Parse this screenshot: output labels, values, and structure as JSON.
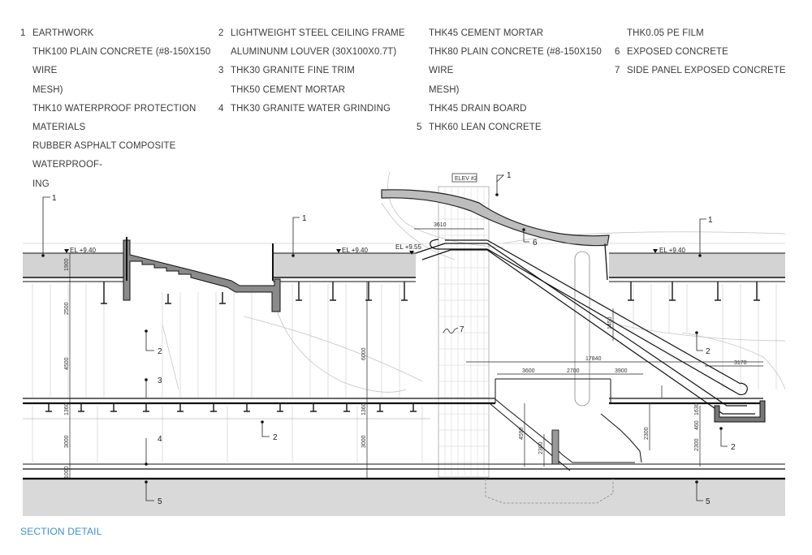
{
  "legend": {
    "col1": [
      {
        "num": "1",
        "text": "EARTHWORK"
      },
      {
        "num": "",
        "text": "THK100 PLAIN CONCRETE (#8-150X150 WIRE"
      },
      {
        "num": "",
        "text": "MESH)"
      },
      {
        "num": "",
        "text": "THK10 WATERPROOF PROTECTION MATERIALS"
      },
      {
        "num": "",
        "text": "RUBBER ASPHALT COMPOSITE WATERPROOF-"
      },
      {
        "num": "",
        "text": "ING"
      }
    ],
    "col2": [
      {
        "num": "2",
        "text": "LIGHTWEIGHT STEEL CEILING FRAME"
      },
      {
        "num": "",
        "text": "ALUMINUNM LOUVER (30X100X0.7T)"
      },
      {
        "num": "3",
        "text": "THK30 GRANITE FINE TRIM"
      },
      {
        "num": "",
        "text": "THK50 CEMENT MORTAR"
      },
      {
        "num": "4",
        "text": "THK30 GRANITE WATER GRINDING"
      }
    ],
    "col3": [
      {
        "num": "",
        "text": "THK45 CEMENT MORTAR"
      },
      {
        "num": "",
        "text": "THK80 PLAIN CONCRETE (#8-150X150 WIRE"
      },
      {
        "num": "",
        "text": "MESH)"
      },
      {
        "num": "",
        "text": "THK45 DRAIN BOARD"
      },
      {
        "num": "5",
        "text": "THK60 LEAN CONCRETE"
      }
    ],
    "col4": [
      {
        "num": "",
        "text": "THK0.05 PE FILM"
      },
      {
        "num": "6",
        "text": "EXPOSED CONCRETE"
      },
      {
        "num": "7",
        "text": "SIDE PANEL EXPOSED CONCRETE"
      }
    ]
  },
  "drawing": {
    "elev_tag": "ELEV #2",
    "elevations": {
      "left": "EL +9.40",
      "mid": "EL +9.40",
      "escalator": "EL +9.55",
      "right": "EL +9.40"
    },
    "callouts": {
      "c1a": "1",
      "c1b": "1",
      "c1c": "1",
      "c1d": "1",
      "c2a": "2",
      "c2b": "2",
      "c2c": "2",
      "c2d": "2",
      "c3": "3",
      "c4": "4",
      "c5a": "5",
      "c5b": "5",
      "c6": "6",
      "c7": "7"
    },
    "dims": {
      "d1900": "1900",
      "d2500": "2500",
      "d4500": "4500",
      "d1360a": "1360",
      "d3000a": "3000",
      "d1000": "1000",
      "d6000": "6000",
      "d1360b": "1360",
      "d3000b": "3000",
      "d3610": "3610",
      "d17840": "17840",
      "d3600": "3600",
      "d2700": "2700",
      "d3900": "3900",
      "d3170": "3170",
      "d4590": "4590",
      "d2300a": "2300",
      "d2300b": "2300",
      "d2300c": "2300",
      "d1450": "1450",
      "d1630": "1630",
      "d460": "460"
    }
  },
  "caption": "SECTION DETAIL"
}
